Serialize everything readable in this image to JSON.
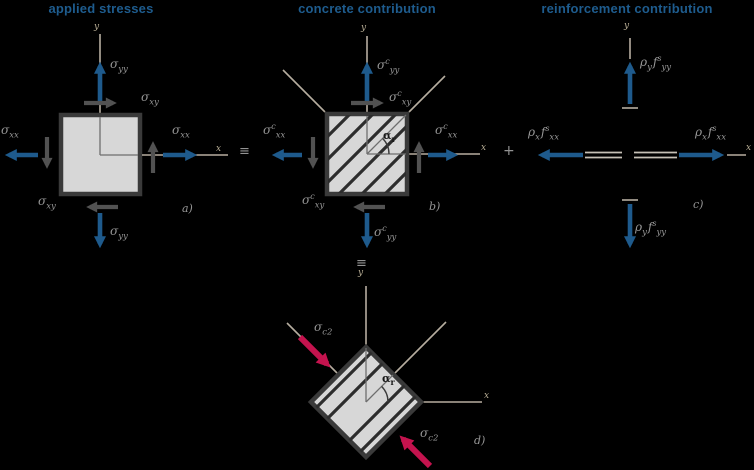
{
  "figure": {
    "panels": {
      "a": {
        "title": "applied stresses",
        "tag": "a)",
        "axis": {
          "x": "x",
          "y": "y"
        },
        "labels": {
          "top_normal": {
            "b": "σ",
            "sub": "yy"
          },
          "top_shear": {
            "b": "σ",
            "sub": "xy"
          },
          "left_normal": {
            "b": "σ",
            "sub": "xx"
          },
          "right_normal": {
            "b": "σ",
            "sub": "xx"
          },
          "bottom_shear": {
            "b": "σ",
            "sub": "xy"
          },
          "bottom_normal": {
            "b": "σ",
            "sub": "yy"
          }
        }
      },
      "b": {
        "title": "concrete contribution",
        "tag": "b)",
        "axis": {
          "x": "x",
          "y": "y"
        },
        "angle": {
          "b": "α",
          "sub": "r"
        },
        "labels": {
          "top_normal": {
            "b": "σ",
            "sup": "c",
            "sub": "yy"
          },
          "top_shear": {
            "b": "σ",
            "sup": "c",
            "sub": "xy"
          },
          "left_normal": {
            "b": "σ",
            "sup": "c",
            "sub": "xx"
          },
          "right_normal": {
            "b": "σ",
            "sup": "c",
            "sub": "xx"
          },
          "bottom_shear": {
            "b": "σ",
            "sup": "c",
            "sub": "xy"
          },
          "bottom_normal": {
            "b": "σ",
            "sup": "c",
            "sub": "yy"
          }
        }
      },
      "c": {
        "title": "reinforcement contribution",
        "tag": "c)",
        "axis": {
          "x": "x",
          "y": "y"
        },
        "labels": {
          "top": {
            "r": "ρ",
            "r_sub": "y",
            "f": "f",
            "f_sup": "s",
            "f_sub": "yy"
          },
          "left": {
            "r": "ρ",
            "r_sub": "x",
            "f": "f",
            "f_sup": "s",
            "f_sub": "xx"
          },
          "right": {
            "r": "ρ",
            "r_sub": "x",
            "f": "f",
            "f_sup": "s",
            "f_sub": "xx"
          },
          "bottom": {
            "r": "ρ",
            "r_sub": "y",
            "f": "f",
            "f_sup": "s",
            "f_sub": "yy"
          }
        }
      },
      "d": {
        "tag": "d)",
        "axis": {
          "x": "x",
          "y": "y"
        },
        "angle": {
          "b": "α",
          "sub": "r"
        },
        "labels": {
          "strut_top": {
            "b": "σ",
            "sub": "c2"
          },
          "strut_bottom": {
            "b": "σ",
            "sub": "c2"
          }
        }
      }
    },
    "operators": {
      "a_equals_b": "≡",
      "b_plus_c": "+",
      "b_equiv_d": "≡"
    }
  },
  "colors": {
    "background": "#000000",
    "accent_blue": "#1e5c8e",
    "arrow_blue": "#1e5a8c",
    "arrow_gray": "#525252",
    "arrow_magenta": "#c4134e",
    "square_fill": "#d7d7d7",
    "square_border": "#3a3a3a",
    "hatch": "#2d2d2d",
    "axis_line": "#b7aea0",
    "axis_label": "#c3b89e",
    "bar_line": "#c6c0b6",
    "ghost_text": "#b8b8b8"
  }
}
